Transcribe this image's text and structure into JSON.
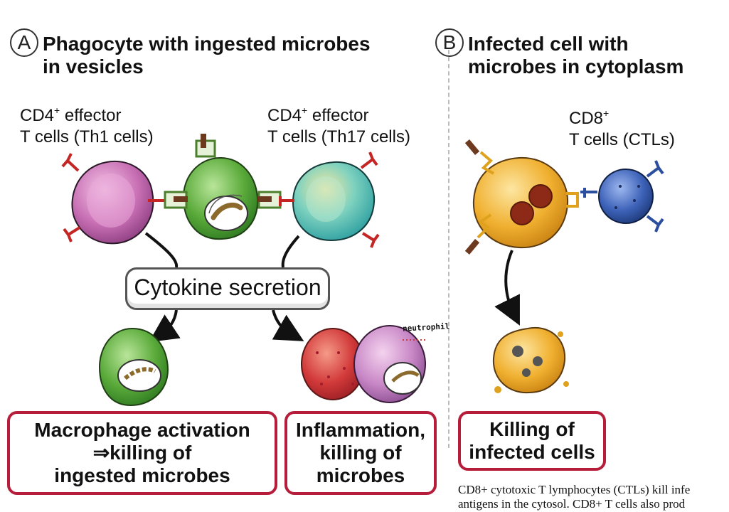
{
  "panels": {
    "a": {
      "letter": "A",
      "title": "Phagocyte with ingested microbes\nin vesicles",
      "th1_label_1": "CD4",
      "th1_label_sup": "+",
      "th1_label_2": " effector\nT cells (Th1 cells)",
      "th17_label_1": "CD4",
      "th17_label_sup": "+",
      "th17_label_2": " effector\nT cells (Th17 cells)",
      "cytokine": "Cytokine secretion",
      "neutrophil_note": "neutrophil",
      "outcome_left": "Macrophage activation\n⇒killing of\ningested microbes",
      "outcome_right": "Inflammation,\nkilling of\nmicrobes"
    },
    "b": {
      "letter": "B",
      "title": "Infected cell with\nmicrobes in cytoplasm",
      "cd8_label_1": "CD8",
      "cd8_label_sup": "+",
      "cd8_label_2": "\nT cells (CTLs)",
      "outcome": "Killing of\ninfected cells"
    }
  },
  "caption": {
    "line1": "CD8+ cytotoxic T lymphocytes (CTLs) kill infe",
    "line2": "antigens in the cytosol. CD8+ T cells also prod"
  },
  "colors": {
    "outcome_border": "#b51d3a",
    "th1_cell": "#c86fb4",
    "th17_cell": "#4fc4bb",
    "macrophage": "#5aaa3a",
    "infected_cell": "#f0b030",
    "ctl": "#2b4f9e",
    "neutrophil": "#d23a3a",
    "receptor": "#c42626"
  }
}
